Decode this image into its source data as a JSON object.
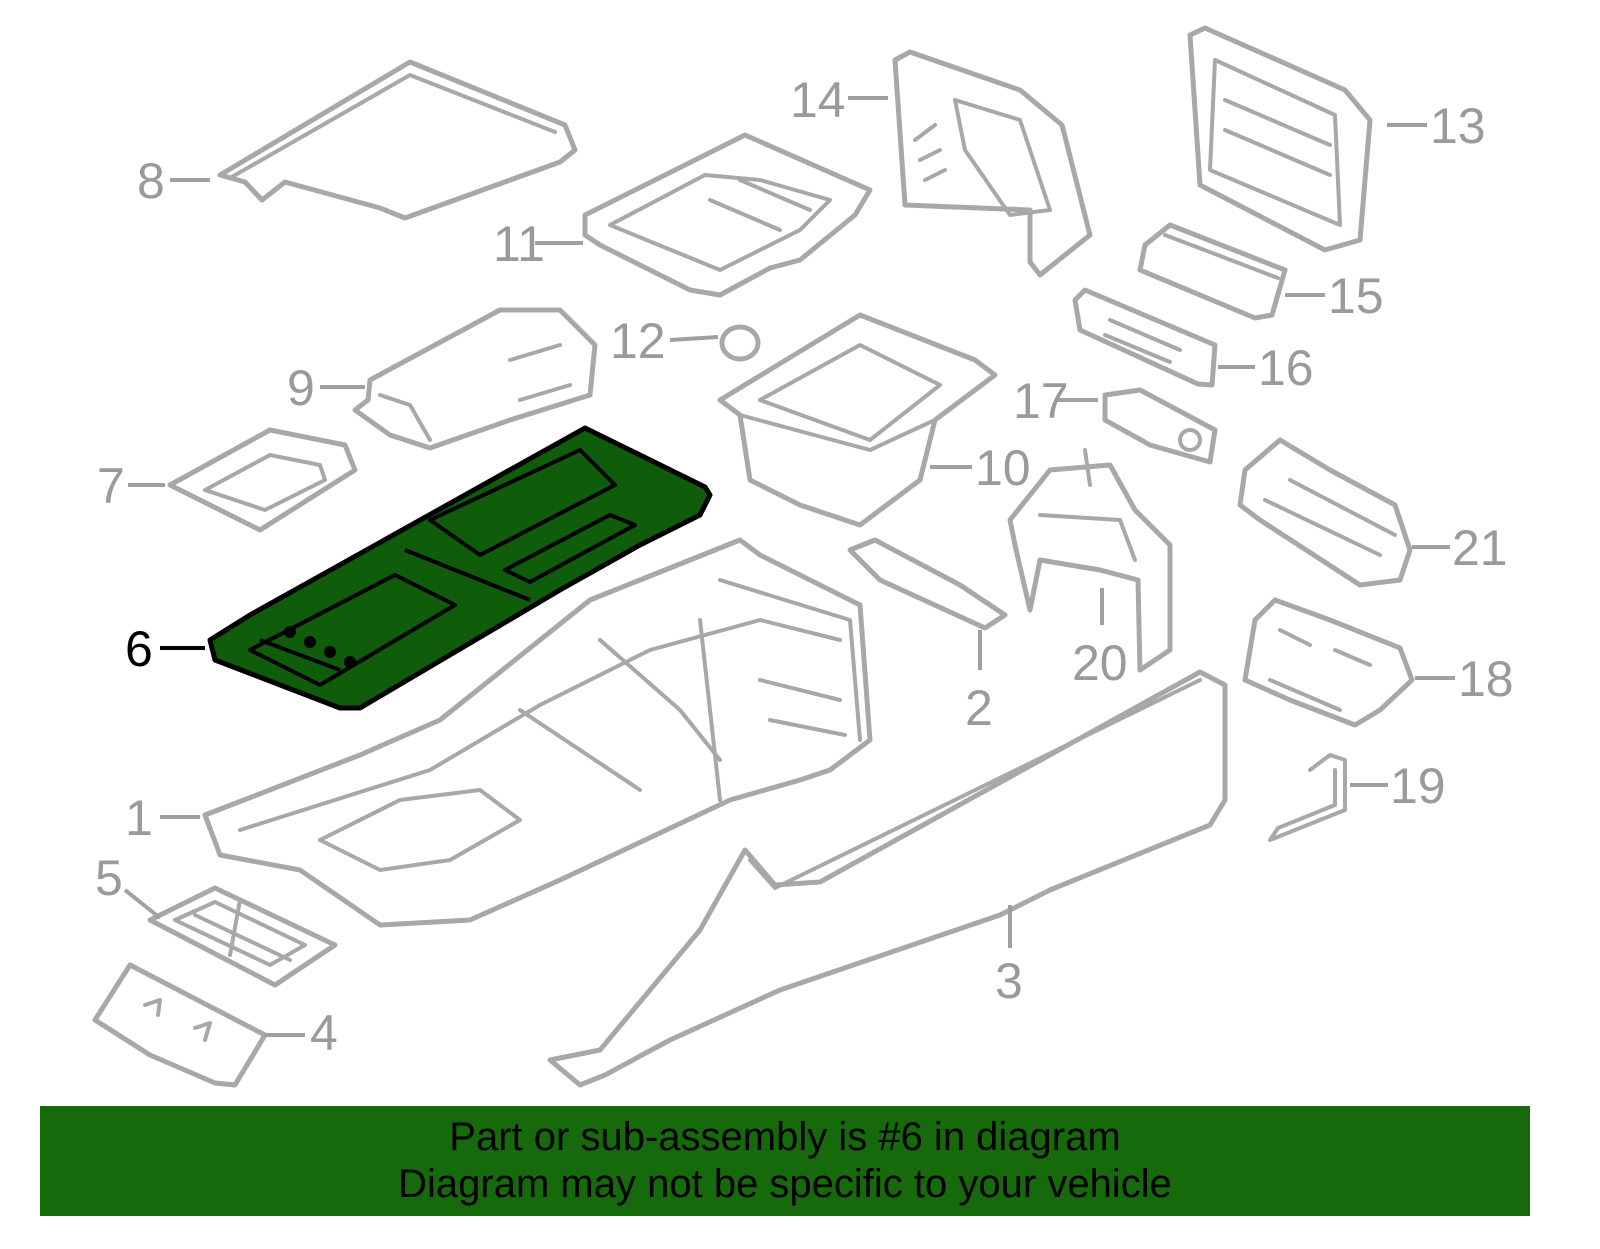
{
  "colors": {
    "highlight": "#0f5c0a",
    "banner": "#176a0c",
    "outline": "#a8a8a8",
    "label_grey": "#9a9a9a",
    "label_active": "#000000"
  },
  "callouts": {
    "c1": "1",
    "c2": "2",
    "c3": "3",
    "c4": "4",
    "c5": "5",
    "c6": "6",
    "c7": "7",
    "c8": "8",
    "c9": "9",
    "c10": "10",
    "c11": "11",
    "c12": "12",
    "c13": "13",
    "c14": "14",
    "c15": "15",
    "c16": "16",
    "c17": "17",
    "c18": "18",
    "c19": "19",
    "c20": "20",
    "c21": "21"
  },
  "highlighted_part": "6",
  "banner": {
    "line1": "Part or sub-assembly is #6 in diagram",
    "line2": "Diagram may not be specific to your vehicle"
  }
}
